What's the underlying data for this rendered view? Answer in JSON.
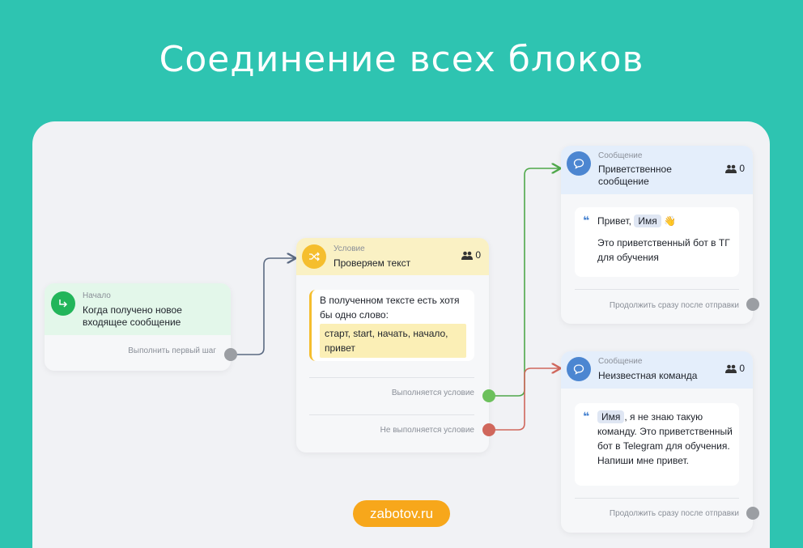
{
  "headline": "Соединение всех блоков",
  "start_node": {
    "kind": "Начало",
    "name": "Когда получено новое входящее сообщение",
    "output_label": "Выполнить первый шаг"
  },
  "condition_node": {
    "kind": "Условие",
    "name": "Проверяем текст",
    "count": "0",
    "condition_text": "В полученном тексте есть хотя бы одно слово:",
    "keywords": "старт, start, начать, начало, привет",
    "output_true": "Выполняется условие",
    "output_false": "Не выполняется условие"
  },
  "welcome_node": {
    "kind": "Сообщение",
    "name": "Приветственное сообщение",
    "count": "0",
    "greeting": "Привет,",
    "name_chip": "Имя",
    "wave_emoji": "👋",
    "body": "Это приветственный бот в ТГ для обучения",
    "output_label": "Продолжить сразу после отправки"
  },
  "unknown_node": {
    "kind": "Сообщение",
    "name": "Неизвестная команда",
    "count": "0",
    "name_chip": "Имя",
    "body": ", я не знаю такую команду. Это приветственный бот в Telegram для обучения. Напиши мне привет.",
    "output_label": "Продолжить сразу после отправки"
  },
  "site_badge": "zabotov.ru",
  "colors": {
    "background": "#2ec4b1",
    "success_wire": "#4fa84a",
    "fail_wire": "#d0675c",
    "default_wire": "#5b6a82",
    "port_gray": "#9b9ea3",
    "badge": "#f7a71b"
  },
  "icons": {
    "start": "arrow-turn-right-icon",
    "condition": "shuffle-icon",
    "message": "speech-bubble-icon",
    "people": "people-icon",
    "quote": "quote-icon"
  }
}
